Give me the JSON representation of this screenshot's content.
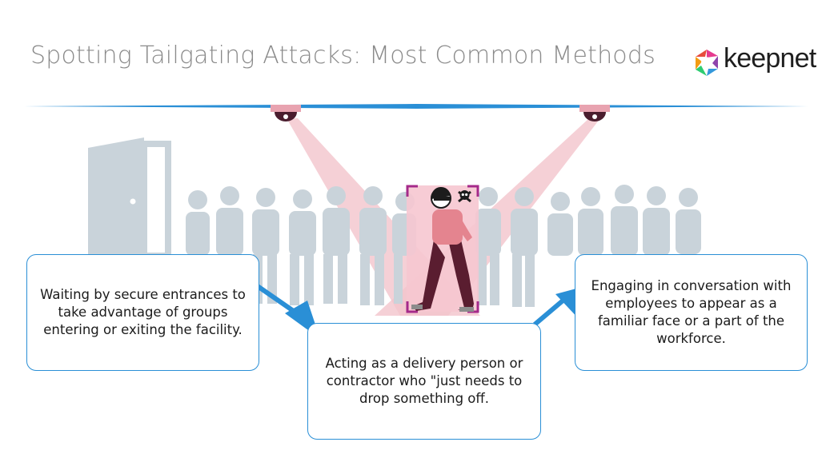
{
  "title": "Spotting Tailgating Attacks: Most Common Methods",
  "brand": {
    "name": "keepnet",
    "logo_colors": [
      "#e63a8f",
      "#f39c12",
      "#2ecc71",
      "#3498db",
      "#8e44ad",
      "#e74c3c"
    ]
  },
  "colors": {
    "ceiling": "#2a8fd6",
    "crowd": "#c9d3da",
    "door": "#c9d3da",
    "camera_mount": "#e8a3b0",
    "camera_lens": "#4a1d2e",
    "beam": "#f2c4cc",
    "highlight": "#f6c6d0",
    "target_bracket": "#a52a8a",
    "intruder_shirt": "#e4848f",
    "intruder_pants": "#5a1d30",
    "box_border": "#2a8fd6",
    "arrow": "#2a8fd6"
  },
  "icons": {
    "camera_left": "security-camera-icon",
    "camera_right": "security-camera-icon",
    "danger": "skull-crossbones-icon",
    "door": "open-door-icon"
  },
  "methods": [
    {
      "text": "Waiting by secure entrances to take advantage of groups entering or exiting the facility."
    },
    {
      "text": "Acting as a delivery person or contractor who \"just needs to drop something off."
    },
    {
      "text": "Engaging in conversation with employees to appear as a familiar face or a part of the workforce."
    }
  ]
}
